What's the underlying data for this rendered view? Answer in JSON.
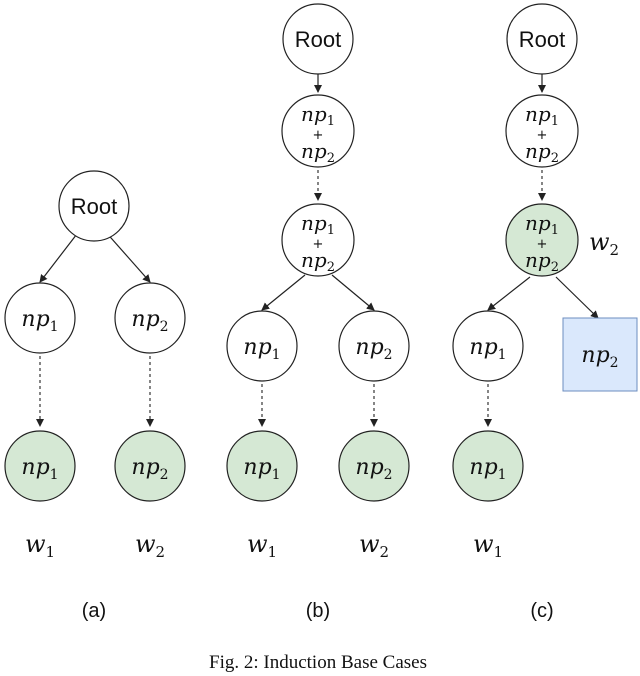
{
  "caption": "Fig. 2: Induction Base Cases",
  "colors": {
    "stroke": "#222222",
    "leaf_fill": "#d5e8d4",
    "merged_fill": "#d5e8d4",
    "box_fill": "#dae8fc",
    "box_stroke": "#6c8ebf"
  },
  "panels": {
    "a": {
      "label": "(a)",
      "root": "Root",
      "np1": {
        "base": "np",
        "sub": "1"
      },
      "np2": {
        "base": "np",
        "sub": "2"
      },
      "leaf1": {
        "base": "np",
        "sub": "1"
      },
      "leaf2": {
        "base": "np",
        "sub": "2"
      },
      "w1": {
        "base": "w",
        "sub": "1"
      },
      "w2": {
        "base": "w",
        "sub": "2"
      }
    },
    "b": {
      "label": "(b)",
      "root": "Root",
      "merge_top": {
        "a": "np",
        "a_sub": "1",
        "plus": "+",
        "b": "np",
        "b_sub": "2"
      },
      "merge_mid": {
        "a": "np",
        "a_sub": "1",
        "plus": "+",
        "b": "np",
        "b_sub": "2"
      },
      "np1": {
        "base": "np",
        "sub": "1"
      },
      "np2": {
        "base": "np",
        "sub": "2"
      },
      "leaf1": {
        "base": "np",
        "sub": "1"
      },
      "leaf2": {
        "base": "np",
        "sub": "2"
      },
      "w1": {
        "base": "w",
        "sub": "1"
      },
      "w2": {
        "base": "w",
        "sub": "2"
      }
    },
    "c": {
      "label": "(c)",
      "root": "Root",
      "merge_top": {
        "a": "np",
        "a_sub": "1",
        "plus": "+",
        "b": "np",
        "b_sub": "2"
      },
      "merge_mid": {
        "a": "np",
        "a_sub": "1",
        "plus": "+",
        "b": "np",
        "b_sub": "2"
      },
      "merge_label": {
        "base": "w",
        "sub": "2"
      },
      "np1": {
        "base": "np",
        "sub": "1"
      },
      "box": {
        "base": "np",
        "sub": "2"
      },
      "leaf1": {
        "base": "np",
        "sub": "1"
      },
      "w1": {
        "base": "w",
        "sub": "1"
      }
    }
  }
}
